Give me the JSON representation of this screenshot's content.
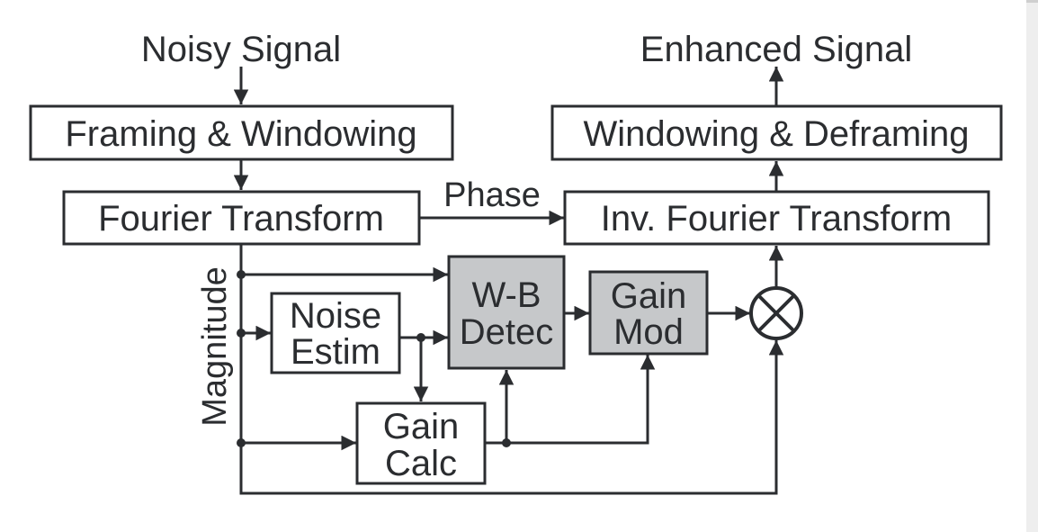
{
  "diagram": {
    "colors": {
      "stroke": "#2b2d30",
      "highlight_fill": "#c6c8ca",
      "plain_fill": "#ffffff",
      "scrollbar": "#eeeeee"
    },
    "input_label": "Noisy Signal",
    "output_label": "Enhanced Signal",
    "phase_label": "Phase",
    "magnitude_label": "Magnitude",
    "blocks": {
      "framing": {
        "lines": [
          "Framing & Windowing"
        ]
      },
      "fourier": {
        "lines": [
          "Fourier Transform"
        ]
      },
      "deframing": {
        "lines": [
          "Windowing & Deframing"
        ]
      },
      "inv_fourier": {
        "lines": [
          "Inv. Fourier Transform"
        ]
      },
      "noise_estim": {
        "lines": [
          "Noise",
          "Estim"
        ]
      },
      "wb_detec": {
        "lines": [
          "W-B",
          "Detec"
        ],
        "highlighted": true
      },
      "gain_mod": {
        "lines": [
          "Gain",
          "Mod"
        ],
        "highlighted": true
      },
      "gain_calc": {
        "lines": [
          "Gain",
          "Calc"
        ]
      }
    },
    "multiplier_icon": "circle-times"
  }
}
